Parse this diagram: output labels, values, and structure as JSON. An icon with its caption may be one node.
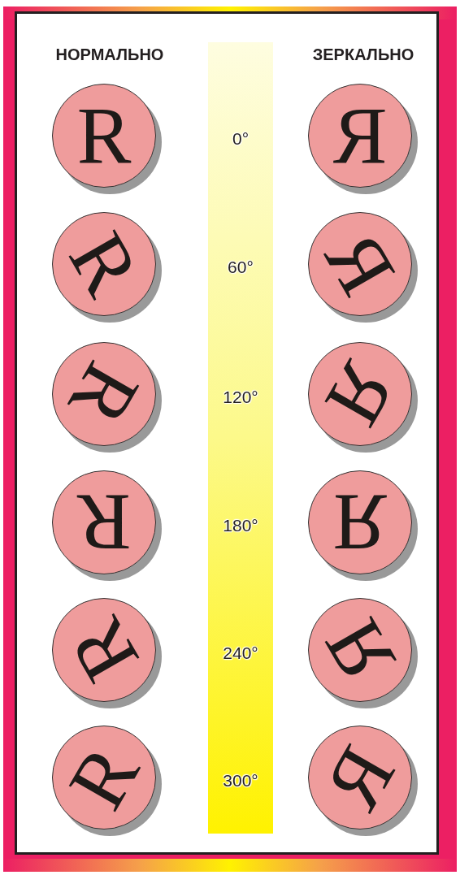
{
  "diagram": {
    "nodes": [
      {
        "text": [
          "R"
        ]
      },
      {
        "text": [
          "Я"
        ]
      },
      {
        "text": [
          "R"
        ]
      },
      {
        "text": [
          "Я"
        ]
      },
      {
        "text": [
          "R"
        ]
      },
      {
        "text": [
          "Я"
        ]
      },
      {
        "text": [
          "R"
        ]
      },
      {
        "text": [
          "Я"
        ]
      },
      {
        "text": [
          "R"
        ]
      },
      {
        "text": [
          "Я"
        ]
      },
      {
        "text": [
          "R"
        ]
      },
      {
        "text": [
          "Я"
        ]
      }
    ],
    "labels": [
      "НОРМАЛЬНО",
      "ЗЕРКАЛЬНО",
      "0°",
      "60°",
      "120°",
      "180°",
      "240°",
      "300°"
    ]
  }
}
